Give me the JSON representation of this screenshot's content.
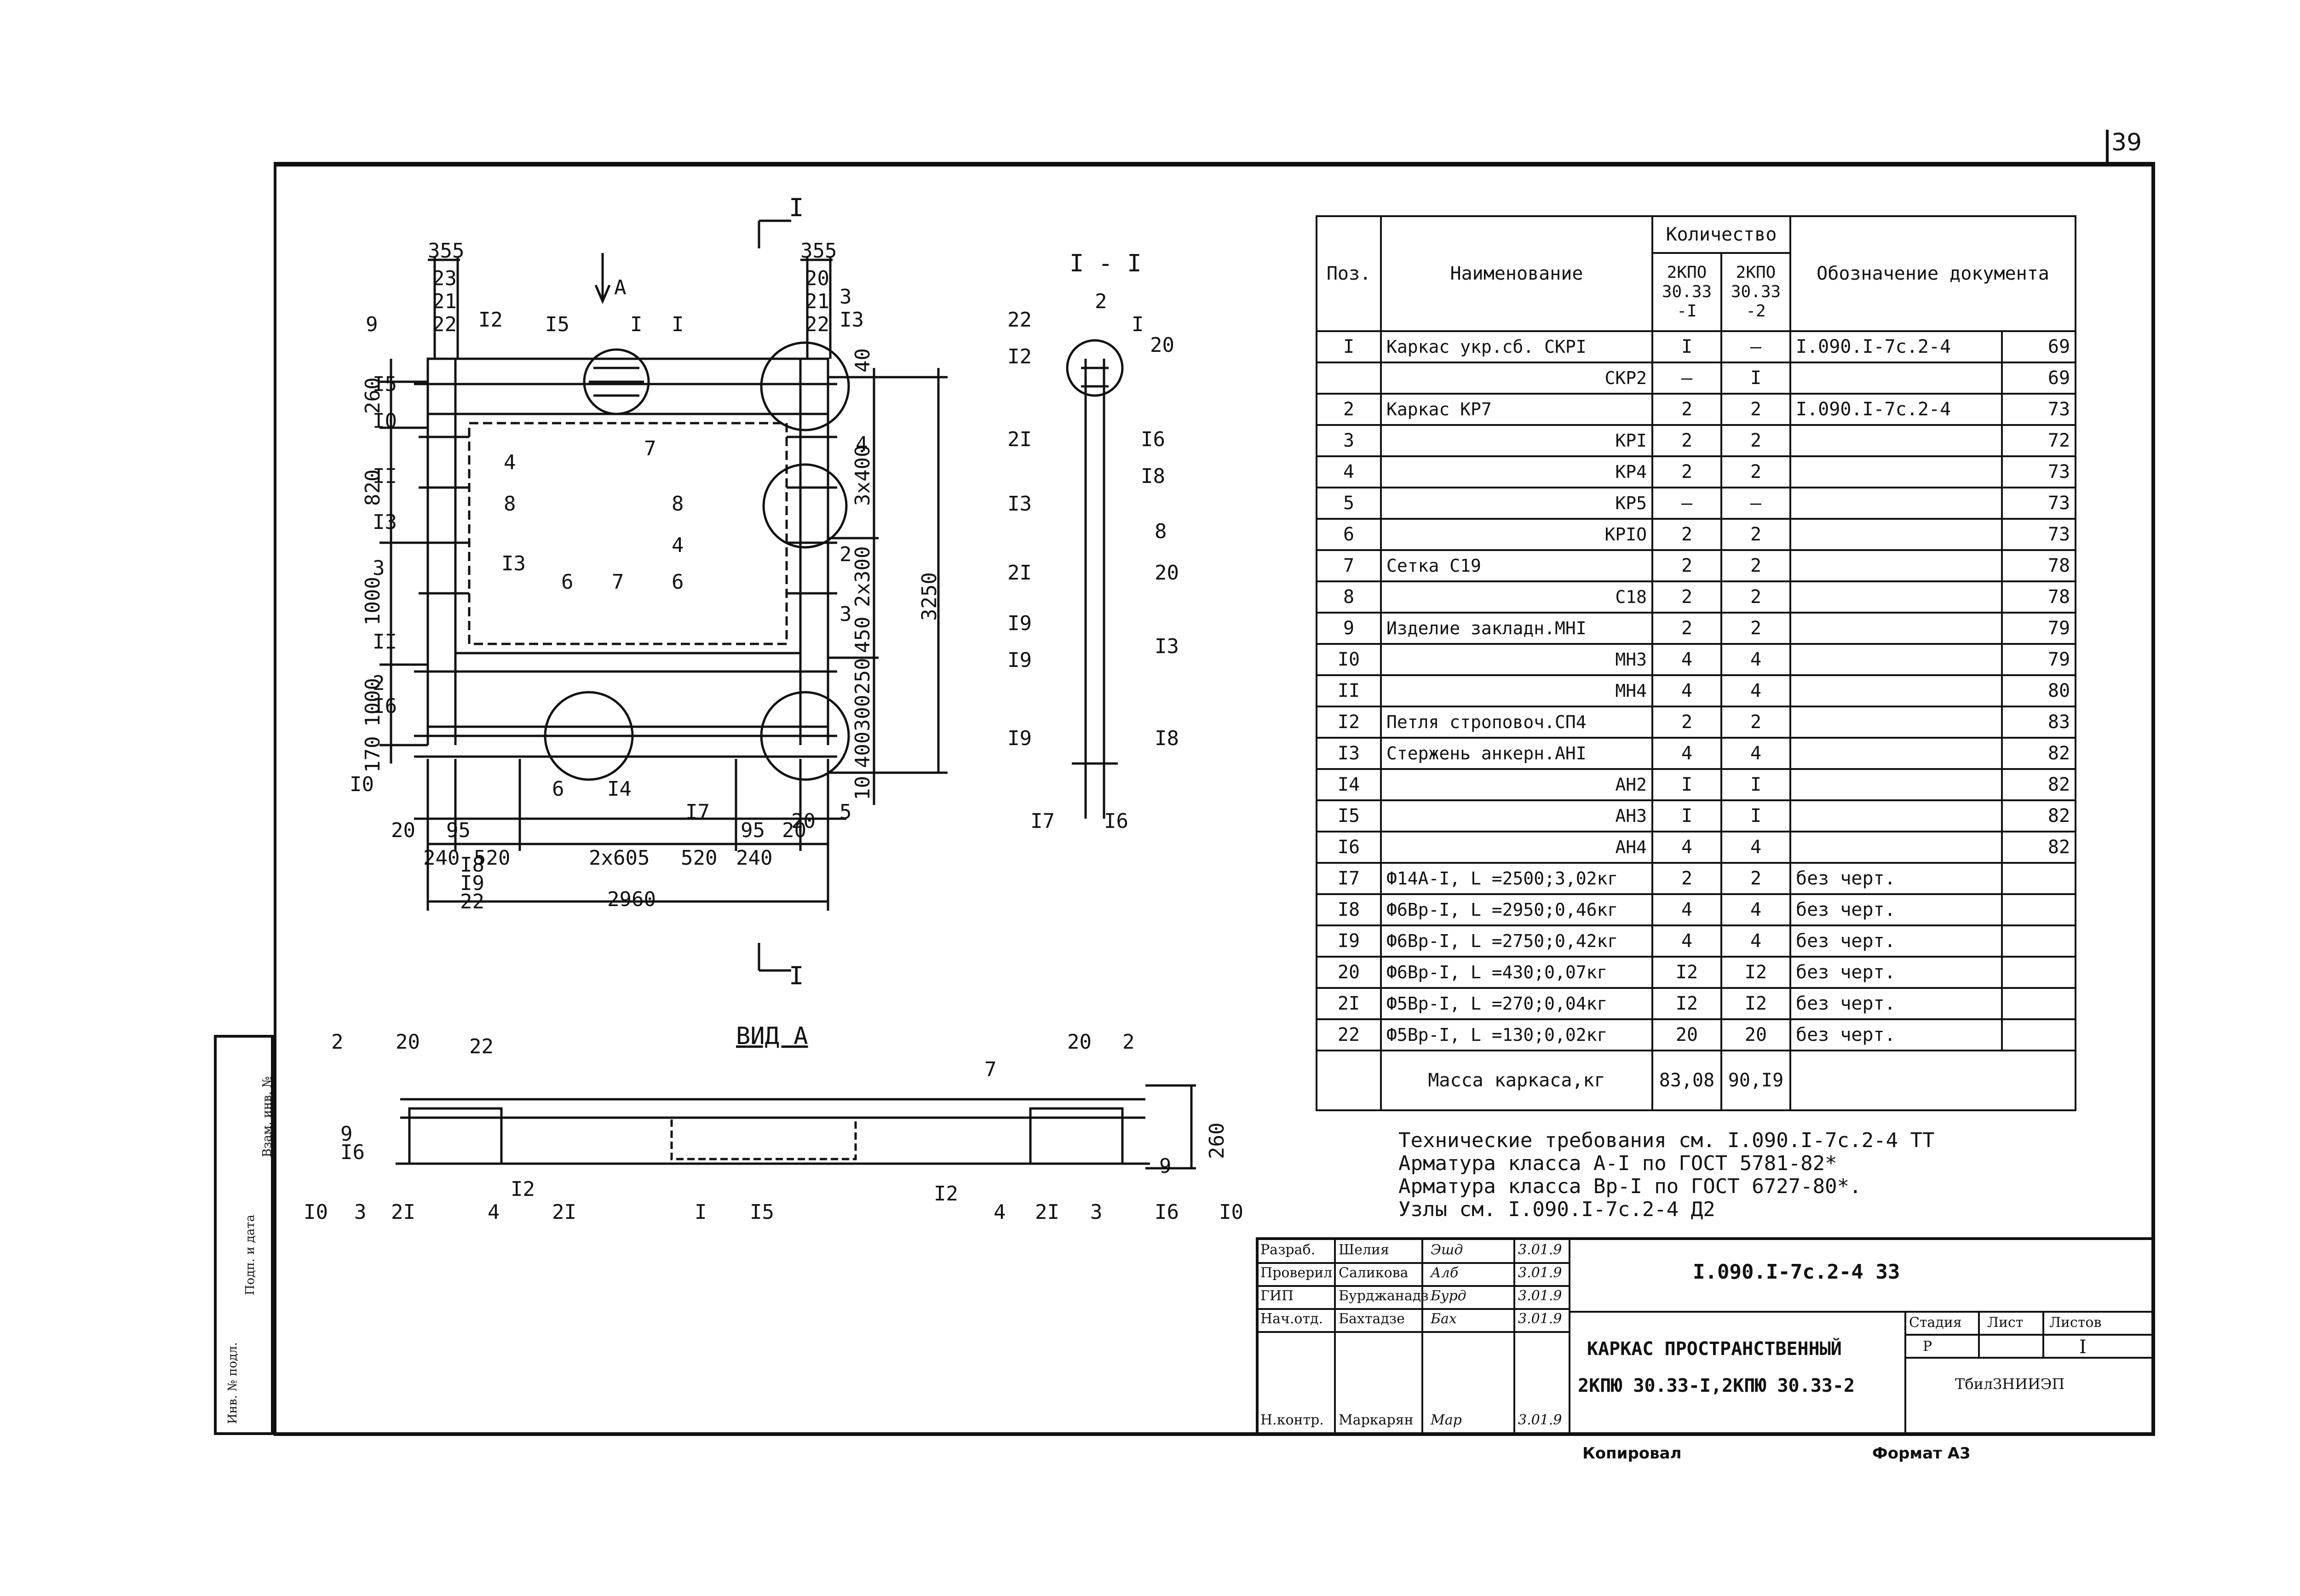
{
  "sheet": {
    "page_number": "39",
    "doc_code": "I.090.I-7c.2-4 33",
    "title_line1": "КАРКАС ПРОСТРАНСТВЕННЫЙ",
    "title_line2": "2КПЮ 30.33-I,2КПЮ 30.33-2",
    "stage_label": "Стадия",
    "sheet_label": "Лист",
    "sheets_label": "Листов",
    "stage_value": "Р",
    "sheets_value": "I",
    "organization": "ТбилЗНИИЭП",
    "footer_left": "Копировал",
    "footer_right": "Формат А3"
  },
  "signatures": [
    {
      "role": "Разраб.",
      "name": "Шелия",
      "sign": "Эшд",
      "date": "3.01.9"
    },
    {
      "role": "Проверил",
      "name": "Саликова",
      "sign": "Алб",
      "date": "3.01.9"
    },
    {
      "role": "ГИП",
      "name": "Бурджанадз",
      "sign": "Бурд",
      "date": "3.01.9"
    },
    {
      "role": "Нач.отд.",
      "name": "Бахтадзе",
      "sign": "Бах",
      "date": "3.01.9"
    },
    {
      "role": "Н.контр.",
      "name": "Маркарян",
      "sign": "Мар",
      "date": "3.01.9"
    }
  ],
  "side_stamp": [
    "Инв. № подл.",
    "Подп. и дата",
    "Взам. инв. №"
  ],
  "table": {
    "headers": {
      "pos": "Поз.",
      "name": "Наименование",
      "qty": "Количество",
      "qty_col1": [
        "2КПО",
        "30.33",
        "-I"
      ],
      "qty_col2": [
        "2КПО",
        "30.33",
        "-2"
      ],
      "doc": "Обозначение документа"
    },
    "rows": [
      {
        "pos": "I",
        "name": "Каркас укр.сб. СКРI",
        "q1": "I",
        "q2": "–",
        "doc": "I.090.I-7c.2-4",
        "page": "69"
      },
      {
        "pos": "",
        "name": "СКР2",
        "q1": "–",
        "q2": "I",
        "doc": "",
        "page": "69"
      },
      {
        "pos": "2",
        "name": "Каркас КР7",
        "q1": "2",
        "q2": "2",
        "doc": "I.090.I-7c.2-4",
        "page": "73"
      },
      {
        "pos": "3",
        "name": "КРI",
        "q1": "2",
        "q2": "2",
        "doc": "",
        "page": "72"
      },
      {
        "pos": "4",
        "name": "КР4",
        "q1": "2",
        "q2": "2",
        "doc": "",
        "page": "73"
      },
      {
        "pos": "5",
        "name": "КР5",
        "q1": "–",
        "q2": "–",
        "doc": "",
        "page": "73"
      },
      {
        "pos": "6",
        "name": "КРIО",
        "q1": "2",
        "q2": "2",
        "doc": "",
        "page": "73"
      },
      {
        "pos": "7",
        "name": "Сетка С19",
        "q1": "2",
        "q2": "2",
        "doc": "",
        "page": "78"
      },
      {
        "pos": "8",
        "name": "С18",
        "q1": "2",
        "q2": "2",
        "doc": "",
        "page": "78"
      },
      {
        "pos": "9",
        "name": "Изделие закладн.МНI",
        "q1": "2",
        "q2": "2",
        "doc": "",
        "page": "79"
      },
      {
        "pos": "I0",
        "name": "МН3",
        "q1": "4",
        "q2": "4",
        "doc": "",
        "page": "79"
      },
      {
        "pos": "II",
        "name": "МН4",
        "q1": "4",
        "q2": "4",
        "doc": "",
        "page": "80"
      },
      {
        "pos": "I2",
        "name": "Петля строповоч.СП4",
        "q1": "2",
        "q2": "2",
        "doc": "",
        "page": "83"
      },
      {
        "pos": "I3",
        "name": "Стержень анкерн.АНI",
        "q1": "4",
        "q2": "4",
        "doc": "",
        "page": "82"
      },
      {
        "pos": "I4",
        "name": "АН2",
        "q1": "I",
        "q2": "I",
        "doc": "",
        "page": "82"
      },
      {
        "pos": "I5",
        "name": "АН3",
        "q1": "I",
        "q2": "I",
        "doc": "",
        "page": "82"
      },
      {
        "pos": "I6",
        "name": "АН4",
        "q1": "4",
        "q2": "4",
        "doc": "",
        "page": "82"
      },
      {
        "pos": "I7",
        "name": "Ф14А-I, L =2500;3,02кг",
        "q1": "2",
        "q2": "2",
        "doc": "без черт.",
        "page": ""
      },
      {
        "pos": "I8",
        "name": "Ф6Вр-I, L =2950;0,46кг",
        "q1": "4",
        "q2": "4",
        "doc": "без черт.",
        "page": ""
      },
      {
        "pos": "I9",
        "name": "Ф6Вр-I, L =2750;0,42кг",
        "q1": "4",
        "q2": "4",
        "doc": "без черт.",
        "page": ""
      },
      {
        "pos": "20",
        "name": "Ф6Вр-I, L =430;0,07кг",
        "q1": "I2",
        "q2": "I2",
        "doc": "без черт.",
        "page": ""
      },
      {
        "pos": "2I",
        "name": "Ф5Вр-I, L =270;0,04кг",
        "q1": "I2",
        "q2": "I2",
        "doc": "без черт.",
        "page": ""
      },
      {
        "pos": "22",
        "name": "Ф5Вр-I, L =130;0,02кг",
        "q1": "20",
        "q2": "20",
        "doc": "без черт.",
        "page": ""
      }
    ],
    "mass_label": "Масса каркаса,кг",
    "mass_q1": "83,08",
    "mass_q2": "90,I9"
  },
  "notes": [
    "Технические требования см. I.090.I-7c.2-4 ТТ",
    "Арматура класса А-I по ГОСТ 5781-82*",
    "Арматура класса Вр-I по ГОСТ 6727-80*.",
    "Узлы см. I.090.I-7c.2-4 Д2"
  ],
  "plan": {
    "top_dims_left": [
      "355",
      "23",
      "21",
      "22"
    ],
    "top_dims_right": [
      "355",
      "20",
      "21",
      "22"
    ],
    "left_vdims": [
      "260",
      "820",
      "1000",
      "1000",
      "170"
    ],
    "right_vdims": [
      "40",
      "3x400",
      "2x300",
      "450",
      "250",
      "300",
      "400",
      "10"
    ],
    "total_height": "3250",
    "bottom_dims": [
      "20",
      "95",
      "240",
      "520",
      "2x605",
      "520",
      "240",
      "95",
      "20"
    ],
    "bottom_sub": [
      "I8",
      "I9",
      "22"
    ],
    "total_width": "2960",
    "section_mark": "I",
    "view_arrow": "A",
    "left_labels": [
      "9",
      "I5",
      "I0",
      "II",
      "I3",
      "3",
      "II",
      "2",
      "I6",
      "I0"
    ],
    "inner_labels": [
      "I5",
      "I",
      "I",
      "7",
      "4",
      "8",
      "I3",
      "6",
      "7",
      "6",
      "4",
      "8",
      "6",
      "I4",
      "I7",
      "I2"
    ],
    "right_labels": [
      "3",
      "I3",
      "4",
      "2",
      "3",
      "20",
      "5"
    ]
  },
  "section_view": {
    "title": "I - I",
    "labels_left": [
      "22",
      "I2",
      "2I",
      "I3",
      "2I",
      "I9",
      "I9",
      "I9",
      "I7"
    ],
    "labels_right": [
      "2",
      "I",
      "20",
      "I6",
      "I8",
      "8",
      "20",
      "I3",
      "I8",
      "I6"
    ]
  },
  "view_a": {
    "title": "ВИД А",
    "labels": [
      "2",
      "20",
      "22",
      "7",
      "20",
      "2",
      "9",
      "I6",
      "I2",
      "I0",
      "3",
      "2I",
      "4",
      "2I",
      "I",
      "I5",
      "I2",
      "4",
      "2I",
      "3",
      "I6",
      "I0",
      "9"
    ],
    "height_dim": "260"
  }
}
